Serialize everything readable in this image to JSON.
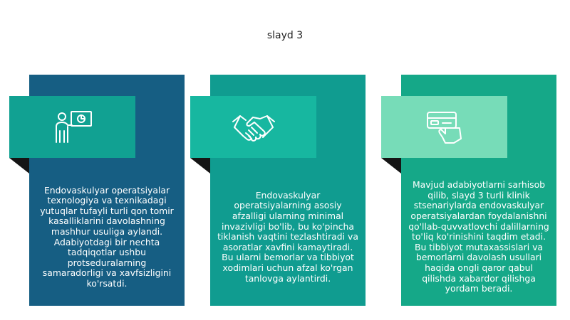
{
  "slide": {
    "title": "slayd 3"
  },
  "cards": [
    {
      "icon": "presenter-icon",
      "text": "Endovaskulyar operatsiyalar texnologiya va texnikadagi yutuqlar tufayli turli qon tomir kasalliklarini davolashning mashhur usuliga aylandi. Adabiyotdagi bir nechta tadqiqotlar ushbu protseduralarning samaradorligi va xavfsizligini ko'rsatdi."
    },
    {
      "icon": "handshake-icon",
      "text": "Endovaskulyar operatsiyalarning asosiy afzalligi ularning minimal invazivligi bo'lib, bu ko'pincha tiklanish vaqtini tezlashtiradi va asoratlar xavfini kamaytiradi. Bu ularni bemorlar va tibbiyot xodimlari uchun afzal ko'rgan tanlovga aylantirdi."
    },
    {
      "icon": "card-payment-icon",
      "text": "Mavjud adabiyotlarni sarhisob qilib, slayd 3 turli klinik stsenariylarda endovaskulyar operatsiyalardan foydalanishni qo'llab-quvvatlovchi dalillarning to'liq ko'rinishini taqdim etadi. Bu tibbiyot mutaxassislari va bemorlarni davolash usullari haqida ongli qaror qabul qilishda xabardor qilishga yordam beradi."
    }
  ],
  "colors": {
    "card1": "#165e83",
    "card2": "#109c90",
    "card3": "#15a888",
    "tab1": "#11a192",
    "tab2": "#17b7a0",
    "tab3": "#77dcb8"
  }
}
